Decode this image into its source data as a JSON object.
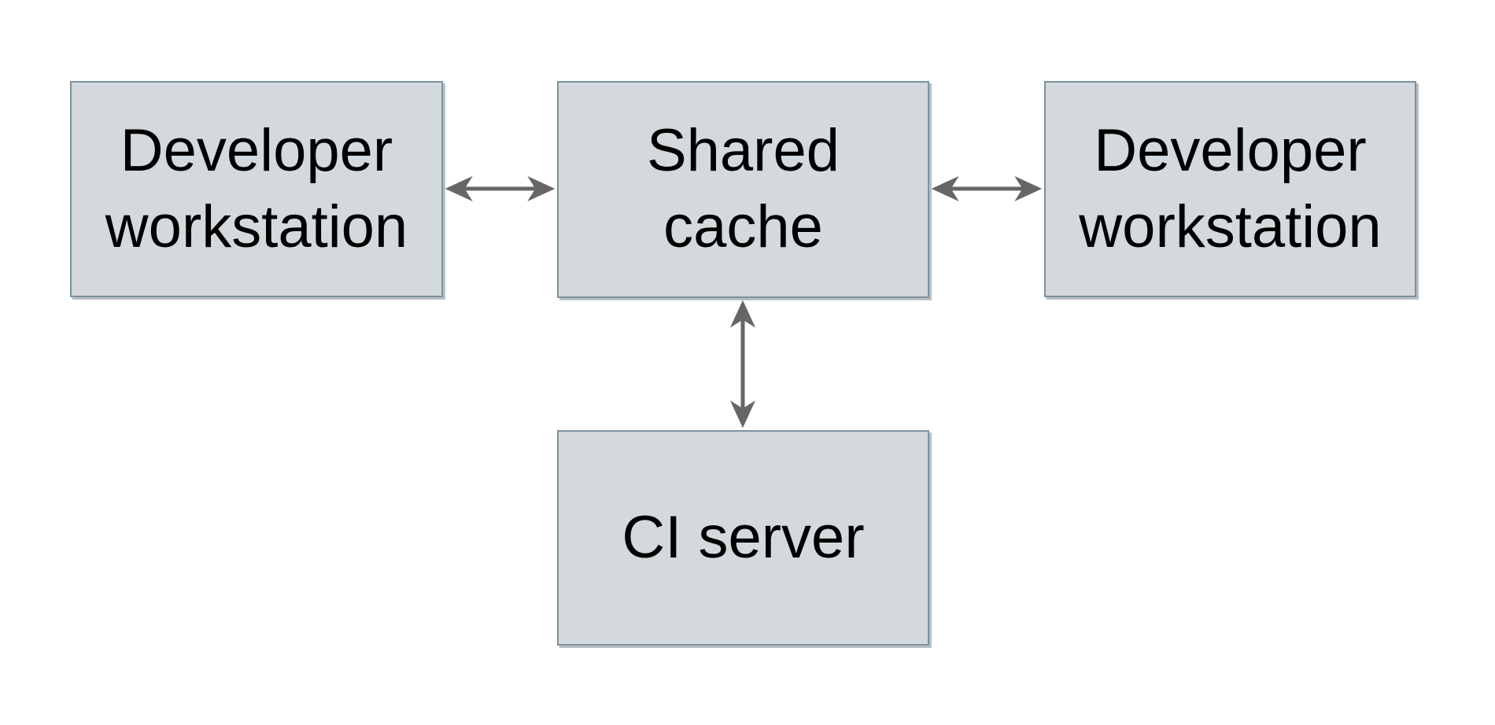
{
  "diagram": {
    "type": "architecture-diagram",
    "colors": {
      "background": "#ffffff",
      "node_fill": "#d3d9dc",
      "node_border": "#7d929e",
      "arrow": "#666666",
      "text": "#000000"
    },
    "nodes": [
      {
        "id": "developer-workstation-left",
        "label": "Developer\nworkstation"
      },
      {
        "id": "shared-cache",
        "label": "Shared\ncache"
      },
      {
        "id": "developer-workstation-right",
        "label": "Developer\nworkstation"
      },
      {
        "id": "ci-server",
        "label": "CI server"
      }
    ],
    "edges": [
      {
        "from": "developer-workstation-left",
        "to": "shared-cache",
        "direction": "bidirectional"
      },
      {
        "from": "shared-cache",
        "to": "developer-workstation-right",
        "direction": "bidirectional"
      },
      {
        "from": "shared-cache",
        "to": "ci-server",
        "direction": "bidirectional"
      }
    ]
  }
}
